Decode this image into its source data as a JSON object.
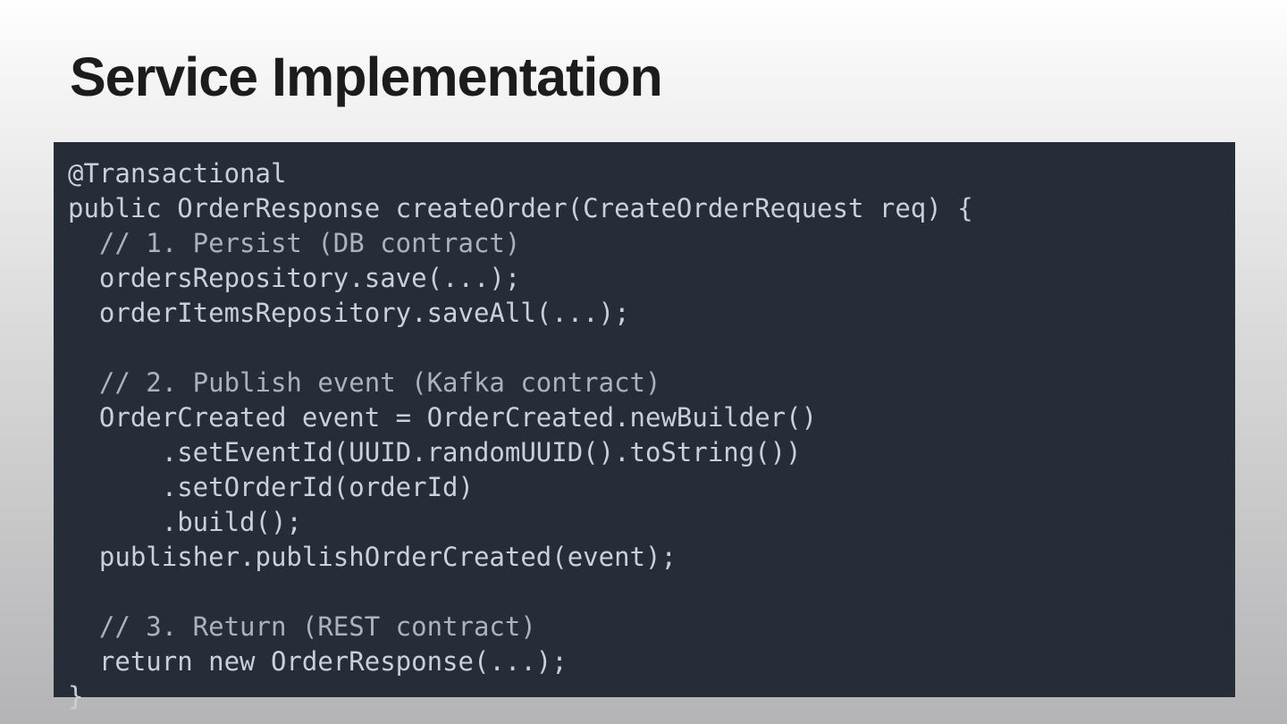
{
  "header": {
    "title": "Service Implementation"
  },
  "code_block": {
    "language": "java",
    "colors": {
      "background": "#272d38",
      "code_text": "#c9d0da",
      "comment_text": "#aab2bd"
    },
    "lines": [
      {
        "type": "code",
        "text": "@Transactional"
      },
      {
        "type": "code",
        "text": "public OrderResponse createOrder(CreateOrderRequest req) {"
      },
      {
        "type": "comment",
        "text": "  // 1. Persist (DB contract)"
      },
      {
        "type": "code",
        "text": "  ordersRepository.save(...);"
      },
      {
        "type": "code",
        "text": "  orderItemsRepository.saveAll(...);"
      },
      {
        "type": "blank",
        "text": ""
      },
      {
        "type": "comment",
        "text": "  // 2. Publish event (Kafka contract)"
      },
      {
        "type": "code",
        "text": "  OrderCreated event = OrderCreated.newBuilder()"
      },
      {
        "type": "code",
        "text": "      .setEventId(UUID.randomUUID().toString())"
      },
      {
        "type": "code",
        "text": "      .setOrderId(orderId)"
      },
      {
        "type": "code",
        "text": "      .build();"
      },
      {
        "type": "code",
        "text": "  publisher.publishOrderCreated(event);"
      },
      {
        "type": "blank",
        "text": ""
      },
      {
        "type": "comment",
        "text": "  // 3. Return (REST contract)"
      },
      {
        "type": "code",
        "text": "  return new OrderResponse(...);"
      },
      {
        "type": "code",
        "text": "}"
      }
    ]
  },
  "background": {
    "gradient_top": "#fefefe",
    "gradient_bottom": "#b4b4b6"
  }
}
